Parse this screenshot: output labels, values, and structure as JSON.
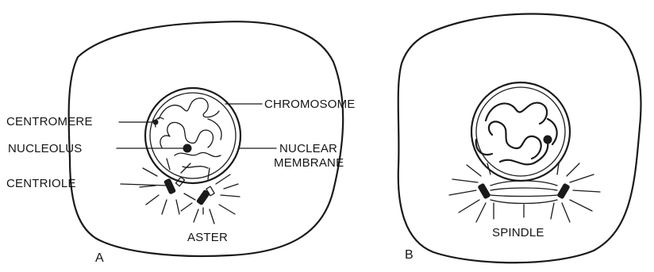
{
  "figure": {
    "panel_a": {
      "letter": "A",
      "labels": {
        "centromere": "CENTROMERE",
        "chromosome": "CHROMOSOME",
        "nucleolus": "NUCLEOLUS",
        "nuclear_line1": "NUCLEAR",
        "nuclear_line2": "MEMBRANE",
        "centriole": "CENTRIOLE",
        "aster": "ASTER"
      }
    },
    "panel_b": {
      "letter": "B",
      "labels": {
        "spindle": "SPINDLE"
      }
    }
  }
}
